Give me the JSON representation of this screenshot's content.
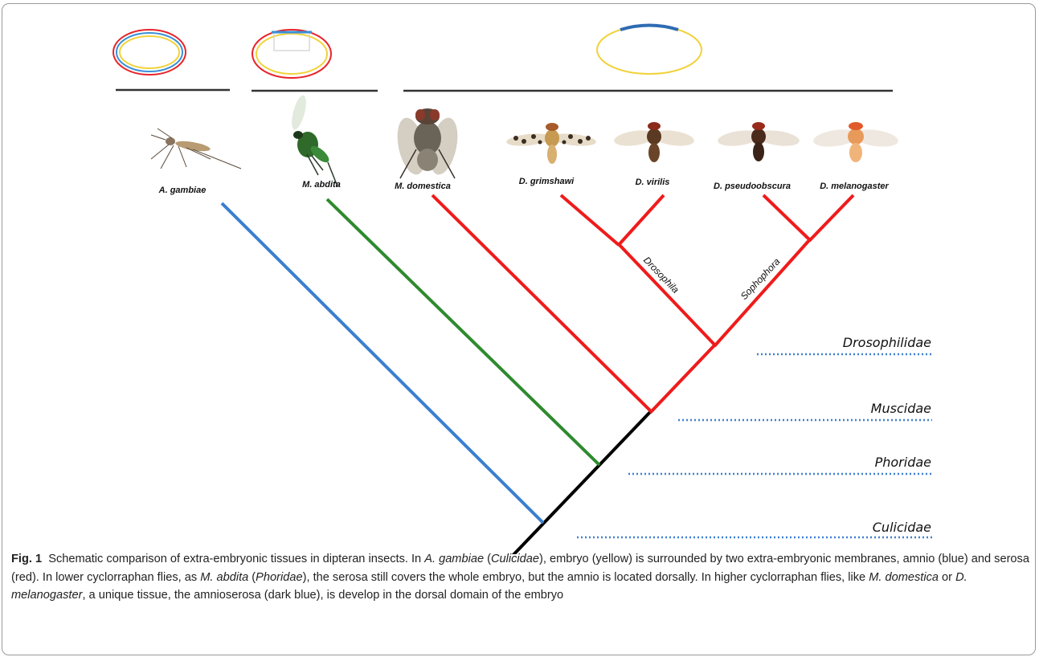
{
  "species": {
    "gambiae": "A. gambiae",
    "abdita": "M. abdita",
    "domestica": "M. domestica",
    "grimshawi": "D. grimshawi",
    "virilis": "D. virilis",
    "pseudoobscura": "D. pseudoobscura",
    "melanogaster": "D. melanogaster"
  },
  "clades": {
    "drosophila": "Drosophila",
    "sophophora": "Sophophora"
  },
  "families": {
    "drosophilidae": "Drosophilidae",
    "muscidae": "Muscidae",
    "phoridae": "Phoridae",
    "culicidae": "Culicidae"
  },
  "colors": {
    "serosa": "#e8232a",
    "amnio": "#3b8fd6",
    "embryo": "#f1d23a",
    "amnioserosa": "#2e6bb3",
    "culicidae_branch": "#3a7fd0",
    "phoridae_branch": "#2e8a2e",
    "cyclorrapha_branch": "#ef1b1b",
    "stem": "#000000",
    "family_dotted": "#3f7fd0"
  },
  "caption": {
    "label": "Fig. 1",
    "t1": "Schematic comparison of extra-embryonic tissues in dipteran insects. In ",
    "i1": "A. gambiae",
    "t2": " (",
    "i2": "Culicidae",
    "t3": "), embryo (yellow) is surrounded by two extra-embryonic membranes, amnio (blue) and serosa (red). In lower cyclorraphan flies, as ",
    "i3": "M. abdita",
    "t4": " (",
    "i4": "Phoridae",
    "t5": "), the serosa still covers the whole embryo, but the amnio is located dorsally. In higher cyclorraphan flies, like ",
    "i5": "M. domestica",
    "t6": " or ",
    "i6": "D. melanogaster",
    "t7": ", a unique tissue, the amnioserosa (dark blue), is develop in the dorsal domain of the embryo"
  }
}
